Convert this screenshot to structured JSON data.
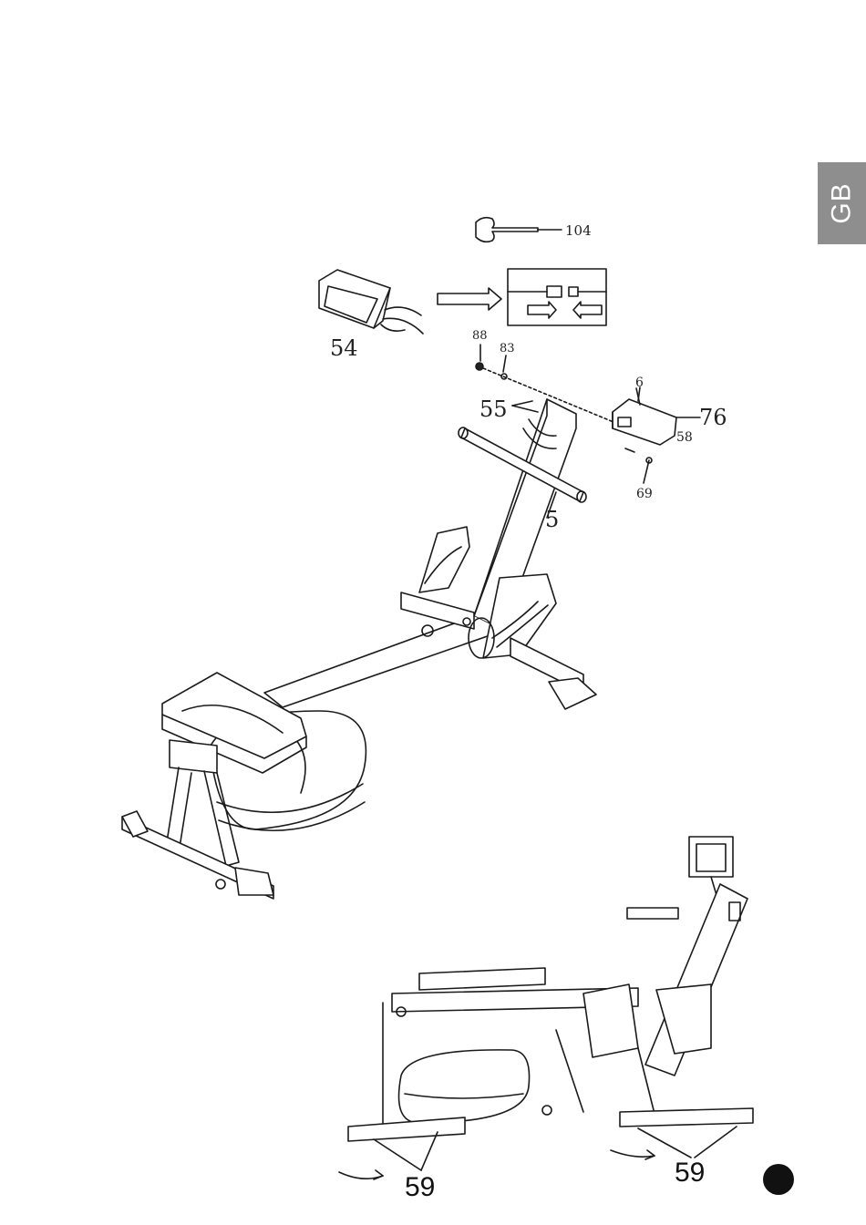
{
  "tab": {
    "language": "GB"
  },
  "labels": {
    "p104": "104",
    "p54": "54",
    "p88": "88",
    "p83": "83",
    "p55": "55",
    "p6": "6",
    "p76": "76",
    "p58": "58",
    "p69": "69",
    "p5": "5",
    "p59_left": "59",
    "p59_right": "59"
  },
  "colors": {
    "tab": "#8e8e8e",
    "line": "#1a1a1a",
    "dot": "#111111"
  }
}
